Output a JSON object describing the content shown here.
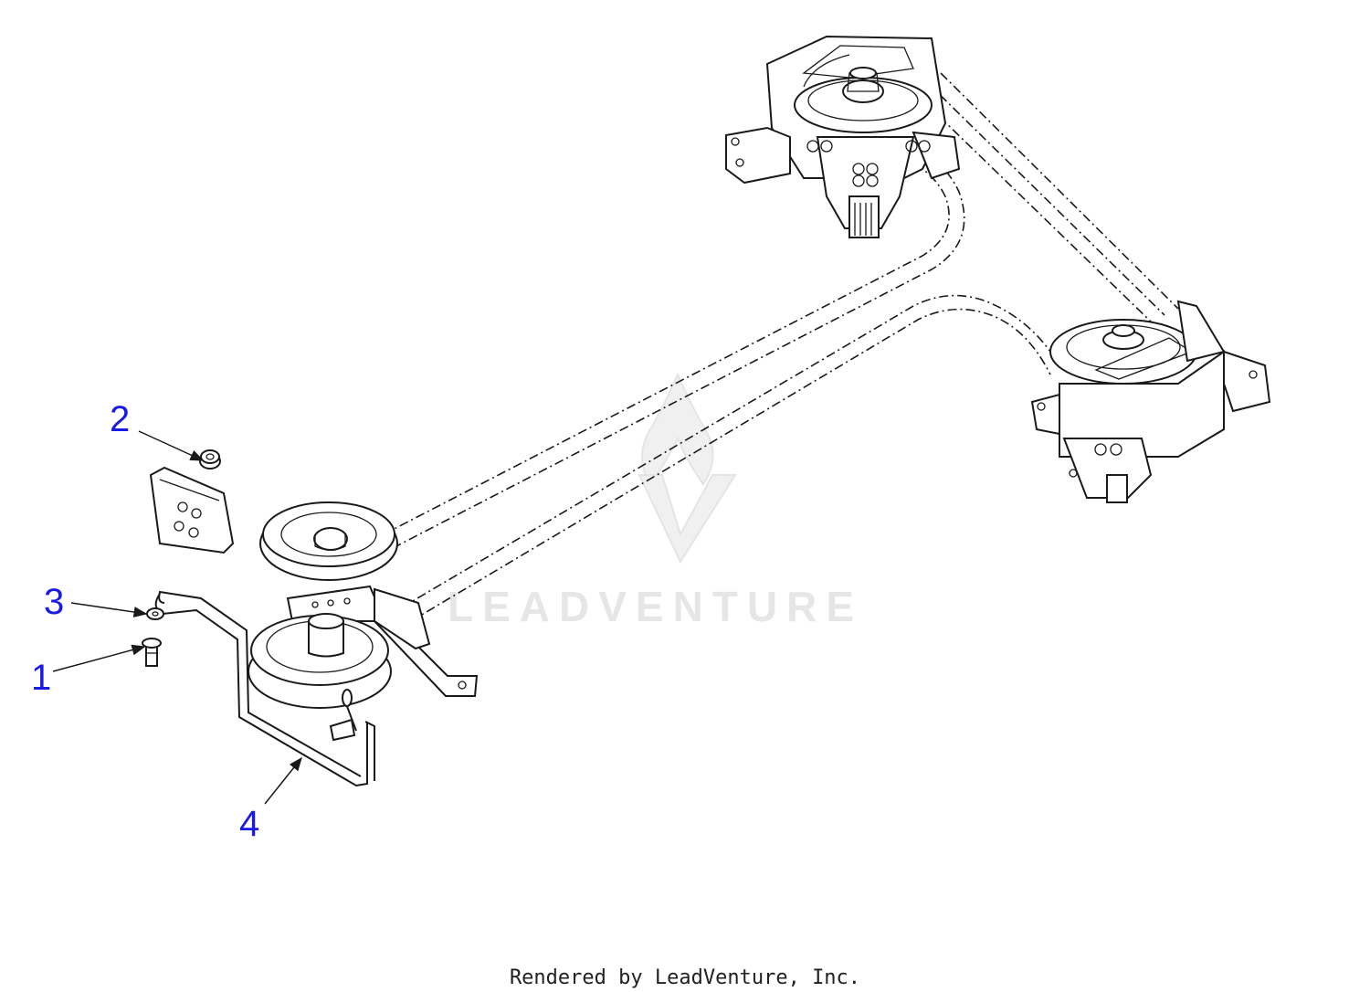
{
  "diagram": {
    "callouts": [
      {
        "id": "1",
        "label": "1"
      },
      {
        "id": "2",
        "label": "2"
      },
      {
        "id": "3",
        "label": "3"
      },
      {
        "id": "4",
        "label": "4"
      }
    ],
    "watermark": "LEADVENTURE",
    "footer": "Rendered by LeadVenture, Inc.",
    "colors": {
      "callout": "#1a1ae6",
      "linework": "#1a1a1a",
      "watermark": "#e6e6e6"
    }
  }
}
